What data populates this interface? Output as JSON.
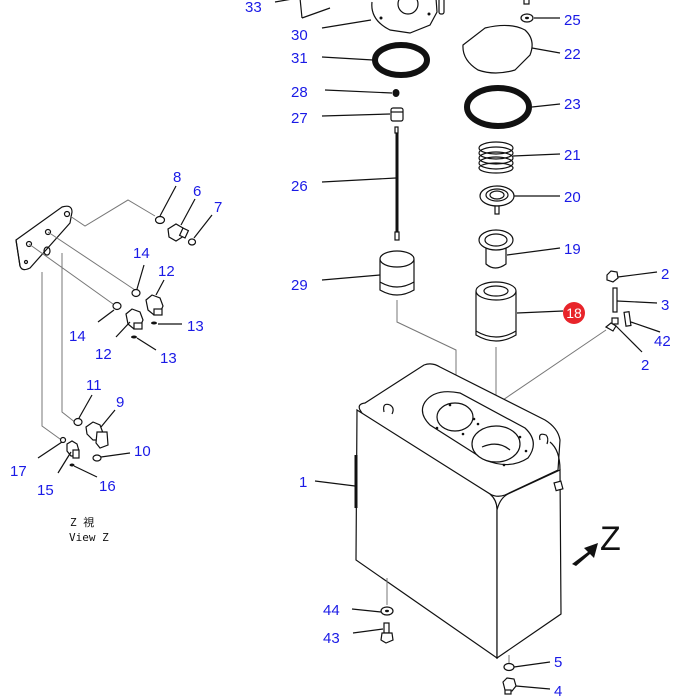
{
  "diagram": {
    "title": "Hydraulic tank parts exploded view",
    "highlight_color": "#e8242a",
    "label_color": "#1a1ae6",
    "highlighted_part": "18",
    "callouts": {
      "p1": "1",
      "p2a": "2",
      "p2b": "2",
      "p3": "3",
      "p4": "4",
      "p5": "5",
      "p6": "6",
      "p7": "7",
      "p8": "8",
      "p9": "9",
      "p10": "10",
      "p11": "11",
      "p12a": "12",
      "p12b": "12",
      "p13a": "13",
      "p13b": "13",
      "p14a": "14",
      "p14b": "14",
      "p15": "15",
      "p16": "16",
      "p17": "17",
      "p18": "18",
      "p19": "19",
      "p20": "20",
      "p21": "21",
      "p22": "22",
      "p23": "23",
      "p25": "25",
      "p26": "26",
      "p27": "27",
      "p28": "28",
      "p29": "29",
      "p30": "30",
      "p31": "31",
      "p33": "33",
      "p42": "42",
      "p43": "43",
      "p44": "44"
    },
    "view_label_jp": "Z  視",
    "view_label_en": "View Z",
    "view_arrow_label": "Z"
  }
}
